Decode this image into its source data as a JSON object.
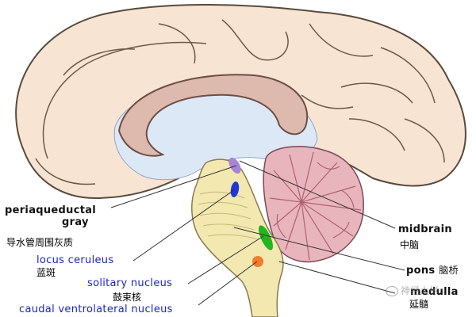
{
  "colors": {
    "label_black": "#111111",
    "label_blue": "#1b26c8",
    "periaqueductal_marker": "#a884d8",
    "locus_marker": "#2237d8",
    "solitary_marker": "#22b51e",
    "caudal_marker": "#f07d2c",
    "brainstem_fill": "#f2e8b0",
    "cerebellum_fill": "#e8b5bd",
    "cortex_fill": "#f7e4d3",
    "corpus_callosum_fill": "#ddb9ae",
    "ventricle_fill": "#dde8f6"
  },
  "labels": {
    "periaqueductal_line1": "periaqueductal",
    "periaqueductal_line2": "gray",
    "periaqueductal_zh": "导水管周围灰质",
    "locus_en": "locus ceruleus",
    "locus_zh": "蓝斑",
    "solitary_en": "solitary nucleus",
    "solitary_zh": "鼓束核",
    "caudal_en": "caudal ventrolateral nucleus",
    "midbrain_en": "midbrain",
    "midbrain_zh": "中脑",
    "pons_en": "pons",
    "pons_zh": "脑桥",
    "medulla_en": "medulla",
    "medulla_zh": "延髓"
  },
  "watermark": {
    "text": "神经大彬"
  }
}
